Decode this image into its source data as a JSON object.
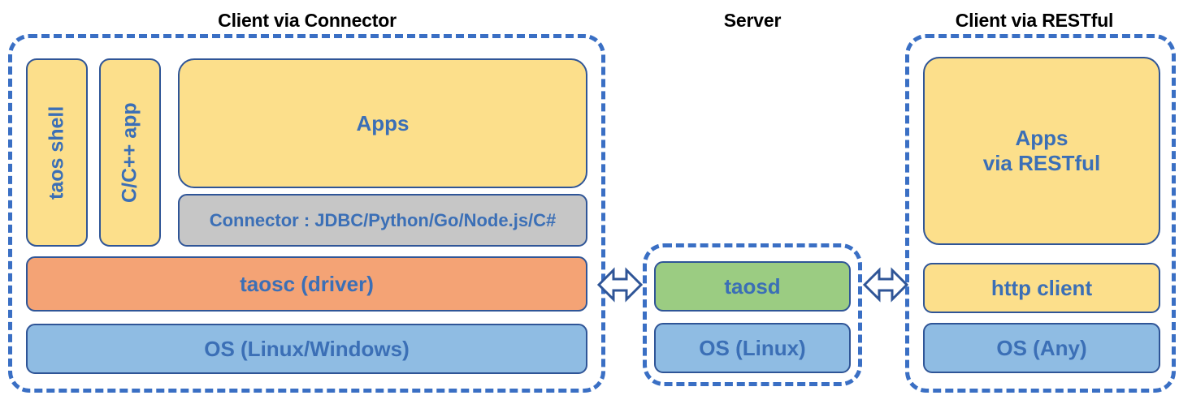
{
  "diagram": {
    "title_connector": "Client via Connector",
    "title_server": "Server",
    "title_restful": "Client via RESTful",
    "colors": {
      "dashed_border": "#3A6FC4",
      "box_border": "#2F5597",
      "text_blue": "#3B6FB6",
      "yellow": "#FCDF8B",
      "gray": "#C6C6C6",
      "orange": "#F4A375",
      "blue": "#8FBCE3",
      "green": "#9BCC82",
      "title_black": "#000000"
    }
  },
  "client_connector": {
    "taos_shell": "taos shell",
    "c_cpp_app": "C/C++ app",
    "apps": "Apps",
    "connector": "Connector : JDBC/Python/Go/Node.js/C#",
    "taosc": "taosc (driver)",
    "os": "OS (Linux/Windows)"
  },
  "server": {
    "taosd": "taosd",
    "os": "OS (Linux)"
  },
  "client_restful": {
    "apps_line1": "Apps",
    "apps_line2": "via RESTful",
    "http_client": "http client",
    "os": "OS (Any)"
  },
  "arrows": {
    "left": "double-headed-arrow",
    "right": "double-headed-arrow"
  }
}
